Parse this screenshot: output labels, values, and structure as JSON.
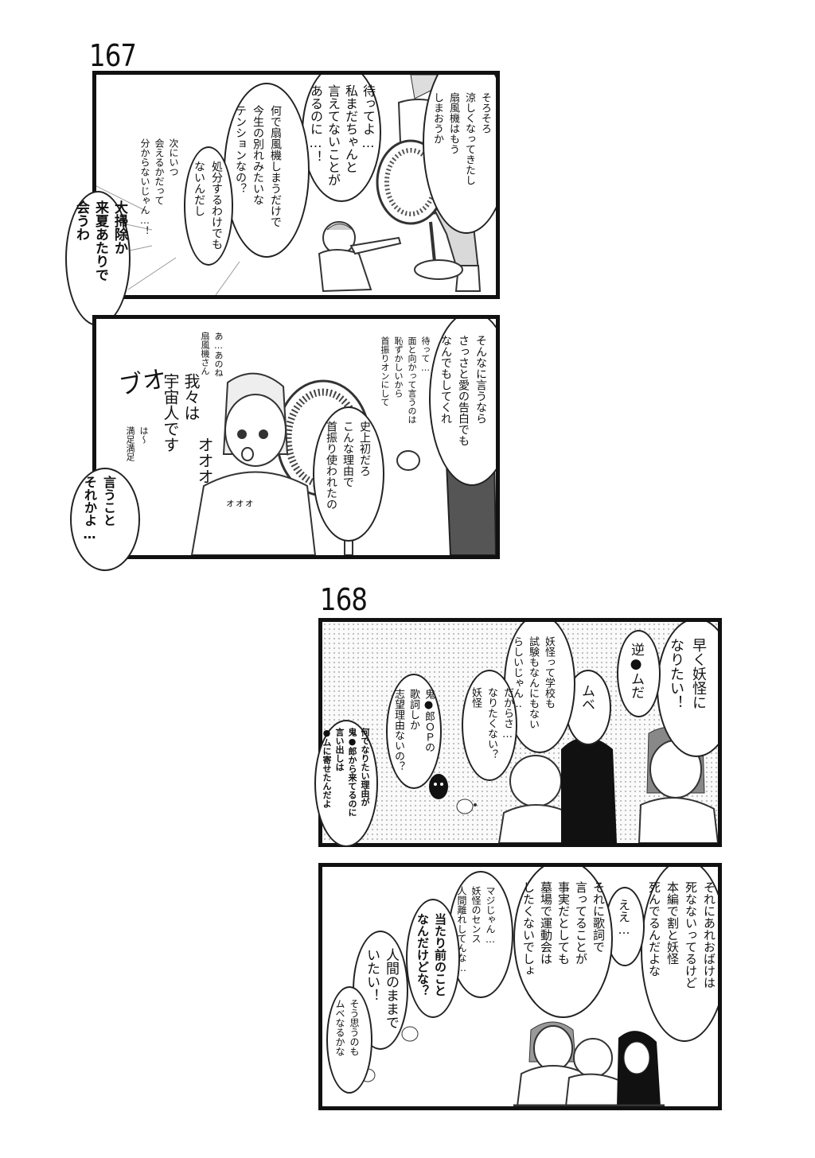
{
  "episodes": [
    {
      "number": "167",
      "panel1": {
        "lines": [
          "そろそろ\n涼しくなってきたし\n扇風機はもう\nしまおうか",
          "待ってよ…\n私まだちゃんと\n言えてないことが\nあるのに…！",
          "何で扇風機しまうだけで\n今生の別れみたいな\nテンションなの？",
          "処分するわけでも\nないんだし",
          "次にいつ\n会えるかだって\n分からないじゃん…！",
          "大掃除か\n来夏あたりで\n会うわ"
        ]
      },
      "panel2": {
        "lines": [
          "そんなに言うなら\nさっさと愛の告白でも\nなんでもしてくれ",
          "待って…\n面と向かって言うのは\n恥ずかしいから\n首振りオンにして",
          "史上初だろ\nこんな理由で\n首振り使われたの",
          "あ…あのね\n扇風機さん",
          "我々は\n宇宙人です",
          "は〜\n満足満足",
          "言うこと\nそれかよ…"
        ],
        "sfx": [
          "ブオ",
          "オオオ",
          "ォォォ"
        ]
      }
    },
    {
      "number": "168",
      "panel1": {
        "lines": [
          "早く妖怪に\nなりたい！",
          "逆●ムだ",
          "ムベ",
          "妖怪って学校も\n試験もなんにもない\nらしいじゃん…",
          "だからさ…\nなりたくない？\n妖怪",
          "鬼●郎ＯＰの\n歌詞しか\n志望理由ないの？",
          "何でなりたい理由が\n鬼●郎から来てるのに\n言い出しは\n●ムに寄せたんだよ"
        ]
      },
      "panel2": {
        "lines": [
          "それにあれおばけは\n死なないってるけど\n本編で割と妖怪\n死んでるんだよな",
          "ええ…",
          "それに歌詞で\n言ってることが\n事実だとしても\n墓場で運動会は\nしたくないでしょ",
          "マジじゃん…\n妖怪のセンス\n人間離れしてんな…",
          "当たり前のこと\nなんだけどな？",
          "人間のままで\nいたい！",
          "そう思うのも\nムベなるかな"
        ]
      }
    }
  ]
}
